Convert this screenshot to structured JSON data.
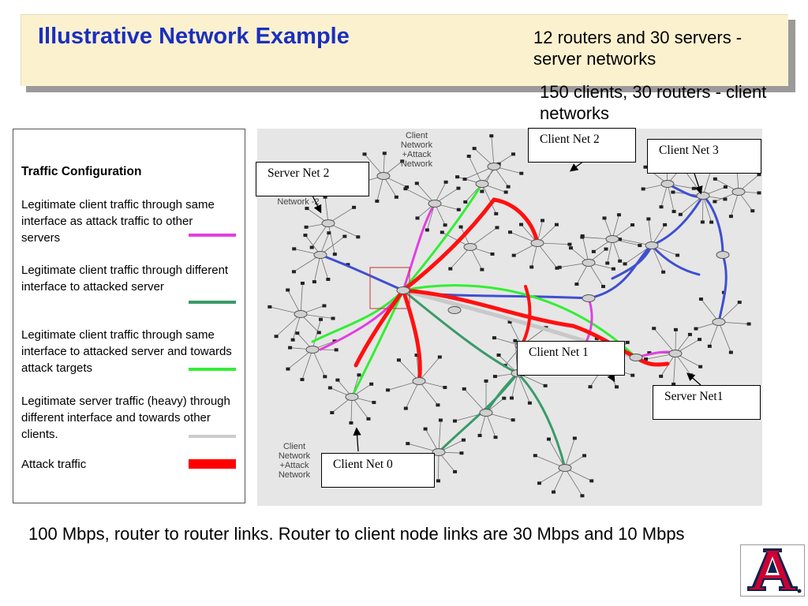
{
  "slide_title": "Illustrative Network Example",
  "notes": {
    "routers_servers": "12 routers and 30 servers - server networks",
    "clients_routers": "150 clients, 30 routers - client networks"
  },
  "legend": {
    "title": "Traffic Configuration",
    "items": [
      {
        "label": "Legitimate client traffic through same interface as attack traffic to other servers",
        "color": "#e040e0"
      },
      {
        "label": "Legitimate client traffic through different interface to attacked server",
        "color": "#3a9a6a"
      },
      {
        "label": "Legitimate client traffic through same interface to attacked server and towards attack targets",
        "color": "#33ee33"
      },
      {
        "label": "Legitimate server traffic (heavy) through different interface and towards other clients.",
        "color": "#cccccc"
      },
      {
        "label": "Attack traffic",
        "color": "#ff0000"
      }
    ]
  },
  "callouts": {
    "client_net_2": "Client Net 2",
    "client_net_3": "Client Net 3",
    "server_net_2": "Server Net 2",
    "client_net_1": "Client Net 1",
    "server_net_1": "Server Net1",
    "client_net_0": "Client Net 0"
  },
  "diagram_labels": {
    "top_client_network": [
      "Client",
      "Network",
      "+Attack",
      "Network"
    ],
    "bottom_client_network": [
      "Client",
      "Network",
      "+Attack",
      "Network"
    ],
    "network_2": "Network -2"
  },
  "bottom_note": "100 Mbps, router to router links.  Router to client node links are 30 Mbps and 10 Mbps",
  "logo": {
    "letter": "A",
    "colors": {
      "blue": "#0c234b",
      "red": "#cc0033"
    }
  }
}
